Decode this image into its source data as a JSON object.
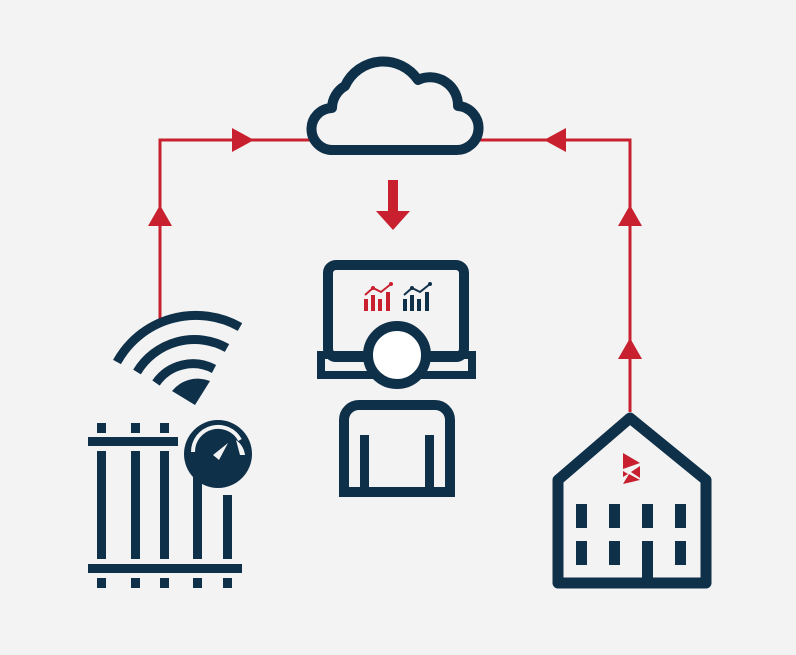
{
  "diagram": {
    "colors": {
      "background": "#f3f3f3",
      "primary": "#0f3049",
      "accent": "#c8202f"
    },
    "nodes": [
      {
        "id": "cloud",
        "icon": "cloud-icon"
      },
      {
        "id": "user-dashboard",
        "icon": "user-laptop-analytics-icon"
      },
      {
        "id": "smart-meter",
        "icon": "wireless-gas-meter-icon"
      },
      {
        "id": "building",
        "icon": "building-icon"
      }
    ],
    "edges": [
      {
        "from": "smart-meter",
        "to": "cloud"
      },
      {
        "from": "building",
        "to": "cloud"
      },
      {
        "from": "cloud",
        "to": "user-dashboard"
      }
    ]
  }
}
